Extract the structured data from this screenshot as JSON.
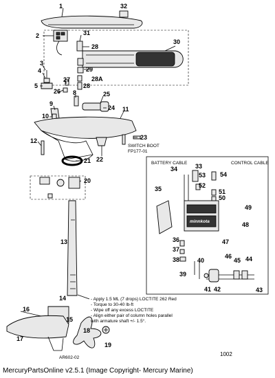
{
  "callouts": {
    "c1": "1",
    "c2": "2",
    "c3": "3",
    "c4": "4",
    "c5": "5",
    "c8": "8",
    "c9": "9",
    "c10": "10",
    "c11": "11",
    "c12": "12",
    "c13": "13",
    "c14": "14",
    "c15": "15",
    "c16": "16",
    "c17": "17",
    "c18": "18",
    "c19": "19",
    "c20": "20",
    "c21": "21",
    "c22": "22",
    "c23": "23",
    "c24": "24",
    "c25": "25",
    "c26": "26",
    "c27": "27",
    "c28a": "28",
    "c28b": "28",
    "c28A": "28A",
    "c29": "29",
    "c30": "30",
    "c31": "31",
    "c32": "32",
    "c33": "33",
    "c34": "34",
    "c35": "35",
    "c36": "36",
    "c37": "37",
    "c38": "38",
    "c39": "39",
    "c40": "40",
    "c41": "41",
    "c42": "42",
    "c43": "43",
    "c44": "44",
    "c45": "45",
    "c46": "46",
    "c47": "47",
    "c48": "48",
    "c49": "49",
    "c50": "50",
    "c51": "51",
    "c52": "52",
    "c53": "53",
    "c54": "54"
  },
  "labels": {
    "switch_boot_line1": "SWITCH BOOT",
    "switch_boot_line2": "FP177-01",
    "battery_cable": "BATTERY CABLE",
    "control_cable": "CONTROL CABLE",
    "brand_mark": "minnkota"
  },
  "notes": [
    "- Apply 1.5 ML (7 drops) LOCTITE 262 Red",
    "- Torque to 30-40 lb-ft",
    "- Wipe off any excess LOCTITE",
    "- Align either pair of column holes parallel",
    "  with armature shaft +/- 1.5°."
  ],
  "drawing_id": "AR602-02",
  "sheet_number": "1002",
  "footer": "MercuryPartsOnline v2.5.1 (Image Copyright- Mercury Marine)"
}
